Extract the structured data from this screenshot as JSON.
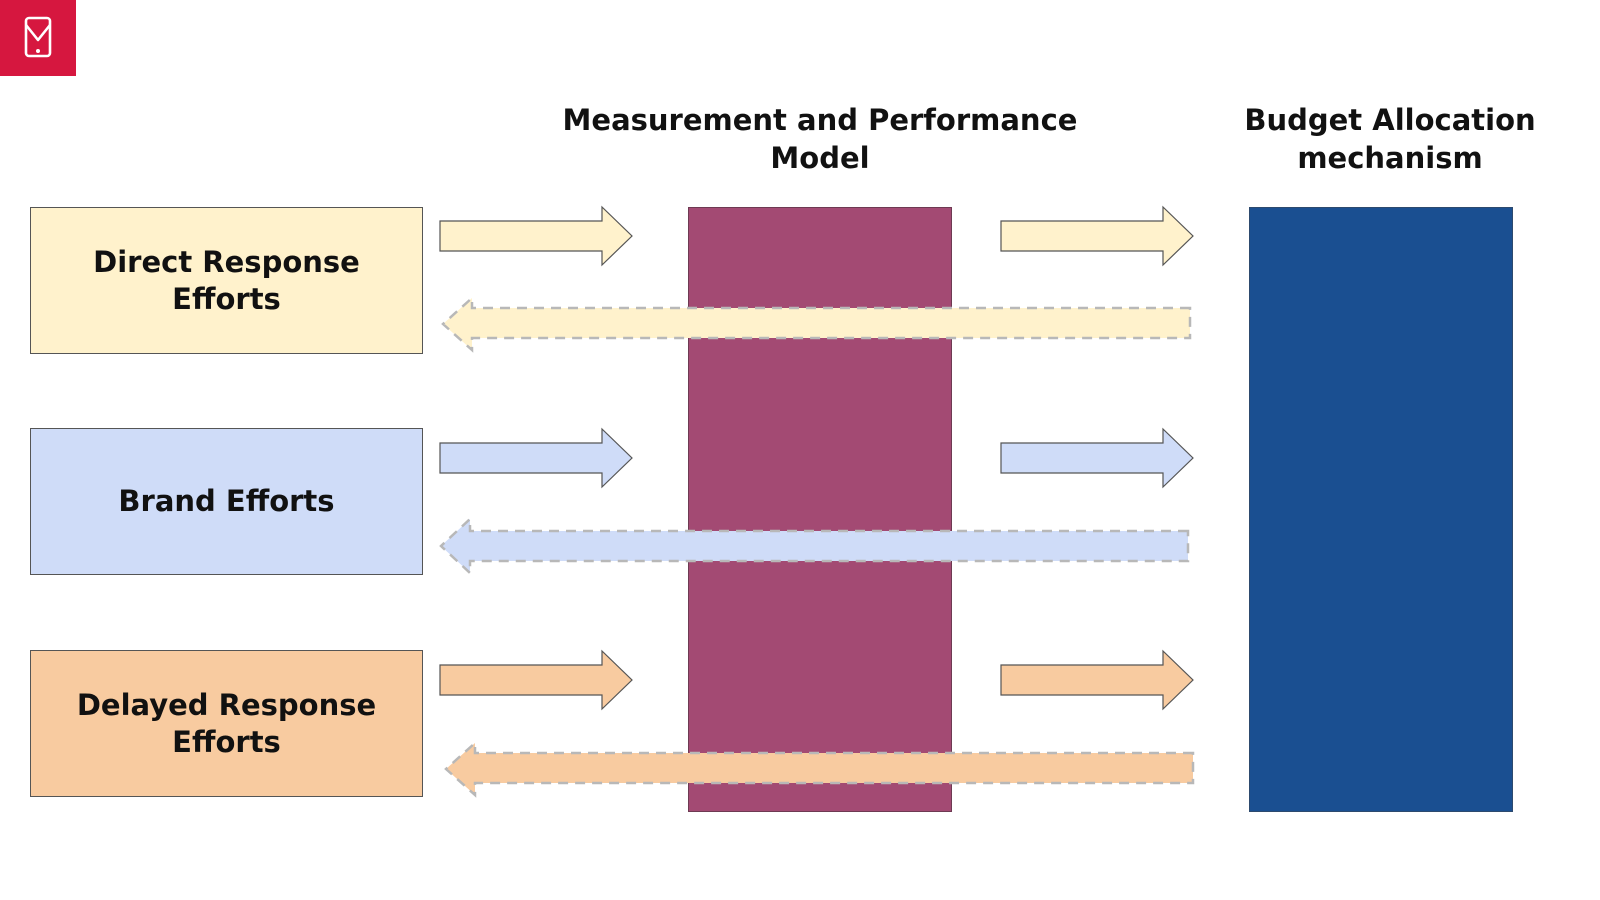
{
  "logo": {
    "icon": "mobile-envelope-icon",
    "background": "#d6173f"
  },
  "headings": {
    "model": "Measurement and Performance\nModel",
    "budget": "Budget Allocation\nmechanism"
  },
  "efforts": [
    {
      "id": "direct",
      "label": "Direct Response\nEfforts",
      "color": "#fff2cc"
    },
    {
      "id": "brand",
      "label": "Brand Efforts",
      "color": "#cfdcf8"
    },
    {
      "id": "delayed",
      "label": "Delayed Response\nEfforts",
      "color": "#f8cba0"
    }
  ],
  "colors": {
    "model_block": "#a34a73",
    "budget_block": "#1a4f91",
    "outline": "#555555",
    "dashed_outline": "#b8b8b8"
  }
}
